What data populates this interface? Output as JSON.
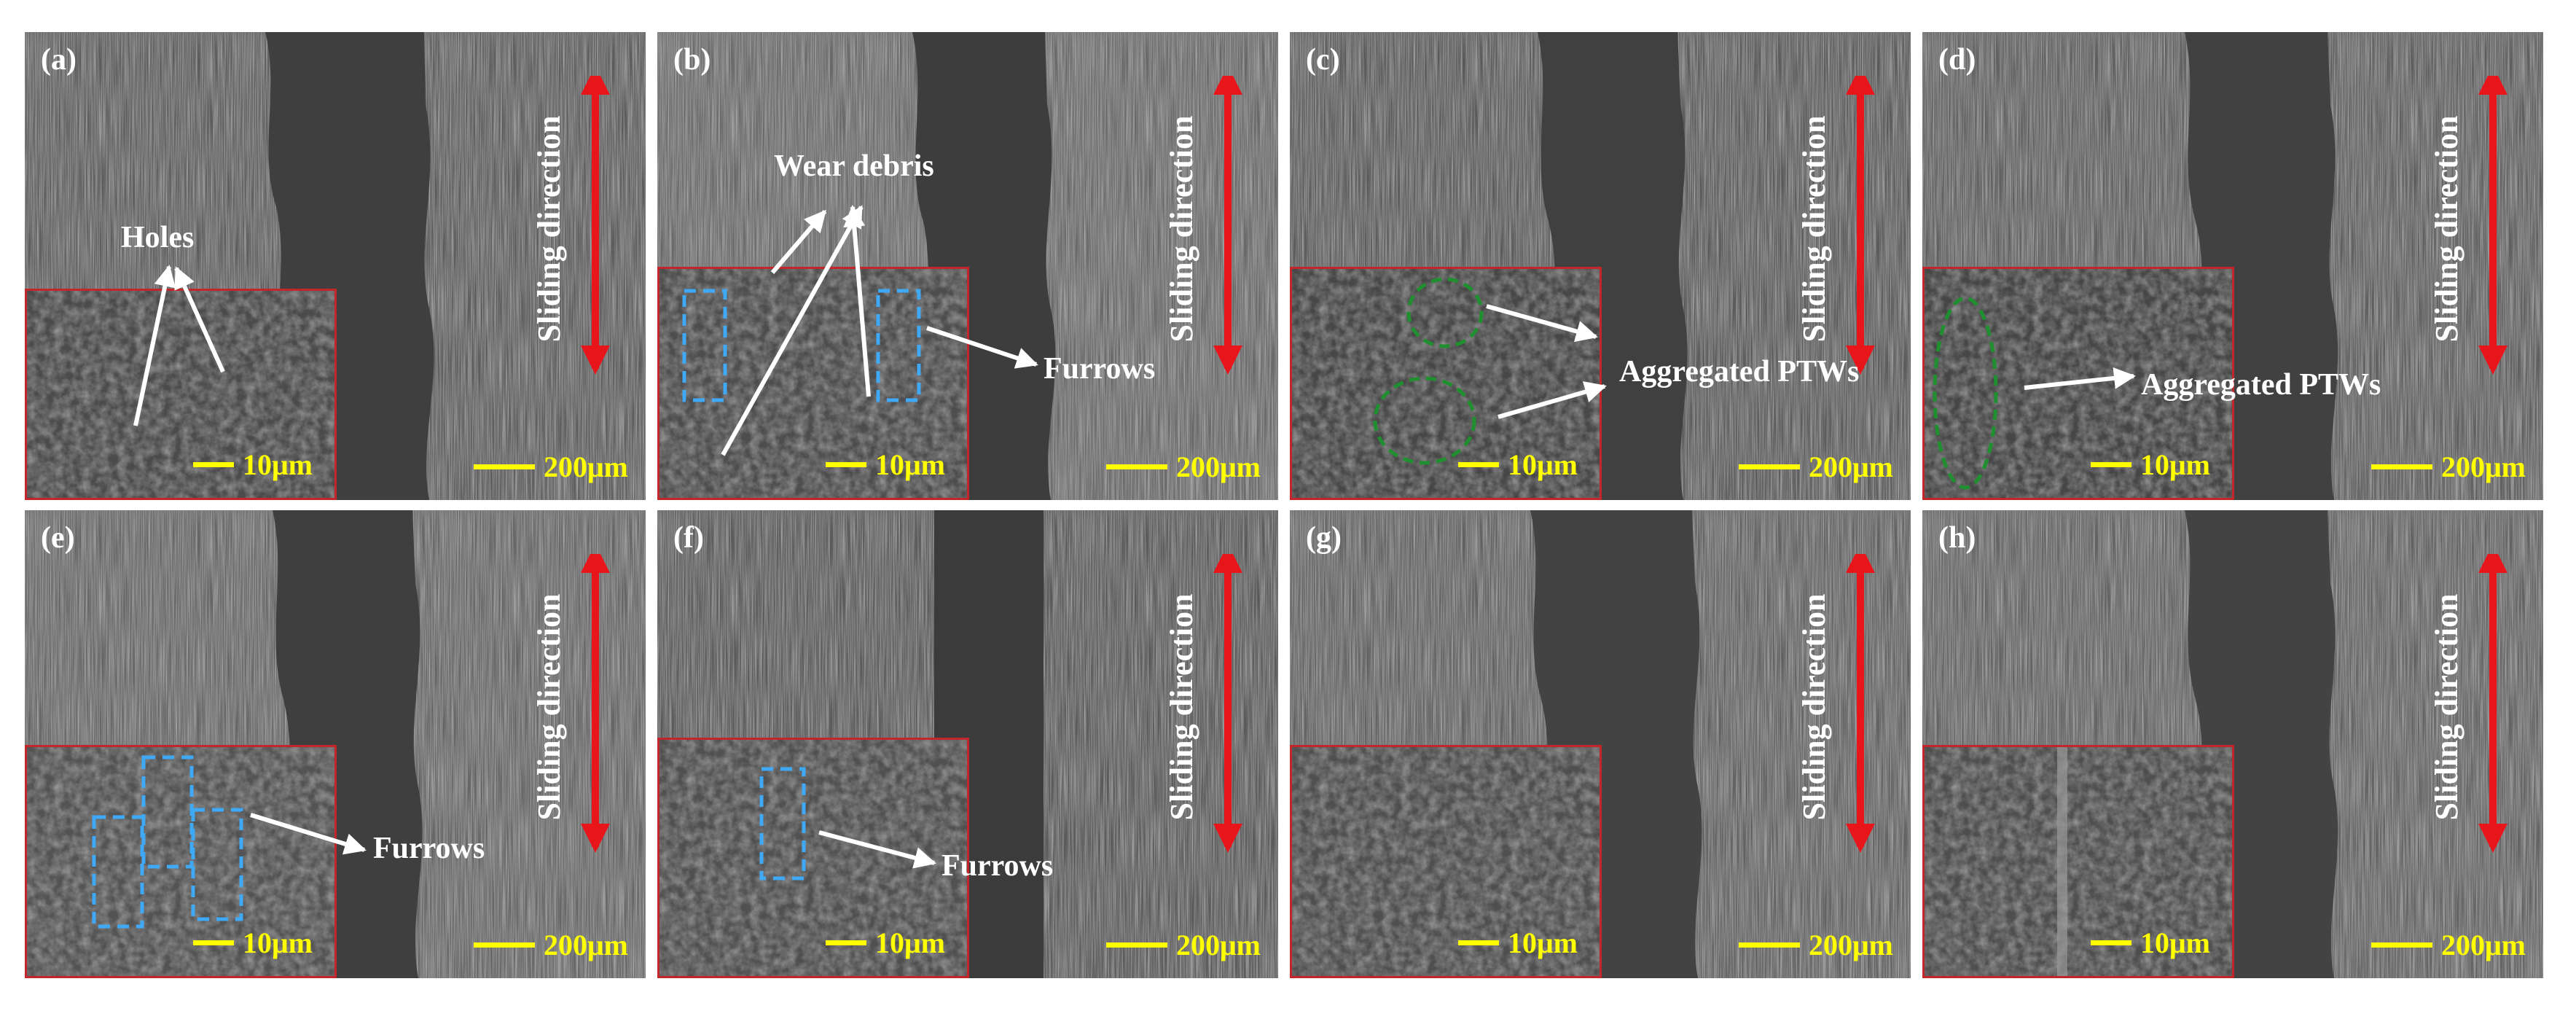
{
  "panels": [
    {
      "label": "(a)",
      "sliding": "Sliding direction",
      "scale_big": "200μm",
      "scale_small": "10μm",
      "note": "Holes"
    },
    {
      "label": "(b)",
      "sliding": "Sliding direction",
      "scale_big": "200μm",
      "scale_small": "10μm",
      "note": "Wear debris",
      "note2": "Furrows"
    },
    {
      "label": "(c)",
      "sliding": "Sliding direction",
      "scale_big": "200μm",
      "scale_small": "10μm",
      "note": "Aggregated PTWs"
    },
    {
      "label": "(d)",
      "sliding": "Sliding direction",
      "scale_big": "200μm",
      "scale_small": "10μm",
      "note": "Aggregated PTWs"
    },
    {
      "label": "(e)",
      "sliding": "Sliding direction",
      "scale_big": "200μm",
      "scale_small": "10μm",
      "note": "Furrows"
    },
    {
      "label": "(f)",
      "sliding": "Sliding direction",
      "scale_big": "200μm",
      "scale_small": "10μm",
      "note": "Furrows"
    },
    {
      "label": "(g)",
      "sliding": "Sliding direction",
      "scale_big": "200μm",
      "scale_small": "10μm"
    },
    {
      "label": "(h)",
      "sliding": "Sliding direction",
      "scale_big": "200μm",
      "scale_small": "10μm"
    }
  ],
  "colors": {
    "arrow": "#e8161b",
    "inset_border": "#c0262a",
    "scale": "#ffff00",
    "furrow_box": "#3fa9f5",
    "ptw_ellipse": "#1f8f2f",
    "annotation": "#ffffff"
  }
}
